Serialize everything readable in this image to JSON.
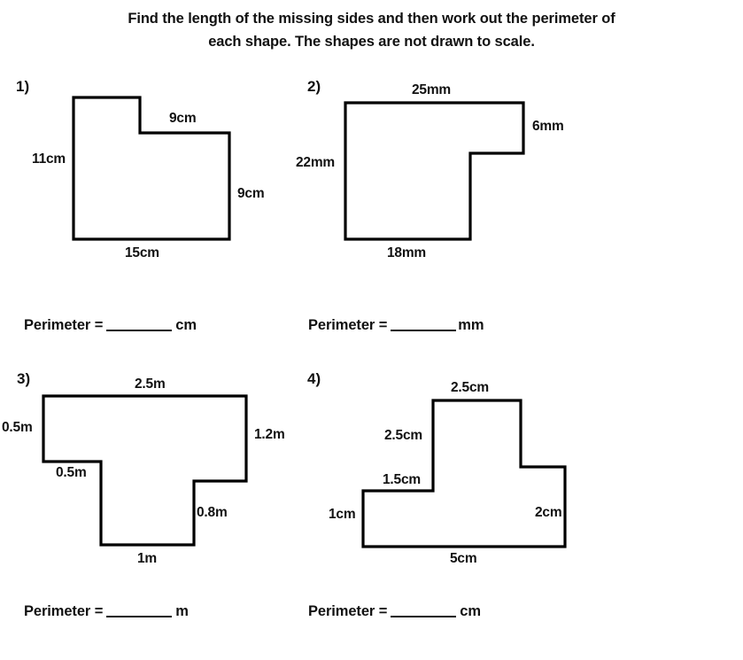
{
  "worksheet": {
    "instruction_line1": "Find the length of the missing sides and then work out the perimeter of",
    "instruction_line2": "each shape. The shapes are not drawn to scale."
  },
  "questions": [
    {
      "number": "1)",
      "unit": "cm",
      "perimeter_label": "Perimeter =",
      "perimeter_unit": "cm",
      "shape_type": "step-notch-top-right",
      "labels": [
        {
          "name": "top-inner-length",
          "text": "9cm"
        },
        {
          "name": "left-height",
          "text": "11cm"
        },
        {
          "name": "right-height",
          "text": "9cm"
        },
        {
          "name": "bottom-length",
          "text": "15cm"
        }
      ]
    },
    {
      "number": "2)",
      "unit": "mm",
      "perimeter_label": "Perimeter =",
      "perimeter_unit": "mm",
      "shape_type": "notch-bottom-right",
      "labels": [
        {
          "name": "top-length",
          "text": "25mm"
        },
        {
          "name": "right-height",
          "text": "6mm"
        },
        {
          "name": "left-height",
          "text": "22mm"
        },
        {
          "name": "bottom-length",
          "text": "18mm"
        }
      ]
    },
    {
      "number": "3)",
      "unit": "m",
      "perimeter_label": "Perimeter =",
      "perimeter_unit": "m",
      "shape_type": "inverted-t",
      "labels": [
        {
          "name": "top-length",
          "text": "2.5m"
        },
        {
          "name": "left-height",
          "text": "0.5m"
        },
        {
          "name": "left-step-length",
          "text": "0.5m"
        },
        {
          "name": "right-height",
          "text": "1.2m"
        },
        {
          "name": "stem-right-height",
          "text": "0.8m"
        },
        {
          "name": "bottom-length",
          "text": "1m"
        }
      ]
    },
    {
      "number": "4)",
      "unit": "cm",
      "perimeter_label": "Perimeter =",
      "perimeter_unit": "cm",
      "shape_type": "stepped-tower",
      "labels": [
        {
          "name": "tower-top-length",
          "text": "2.5cm"
        },
        {
          "name": "tower-left-height",
          "text": "2.5cm"
        },
        {
          "name": "left-step-length",
          "text": "1.5cm"
        },
        {
          "name": "left-height",
          "text": "1cm"
        },
        {
          "name": "right-height",
          "text": "2cm"
        },
        {
          "name": "bottom-length",
          "text": "5cm"
        }
      ]
    }
  ],
  "colors": {
    "ink": "#111111",
    "stroke": "#000000",
    "paper": "#ffffff"
  }
}
